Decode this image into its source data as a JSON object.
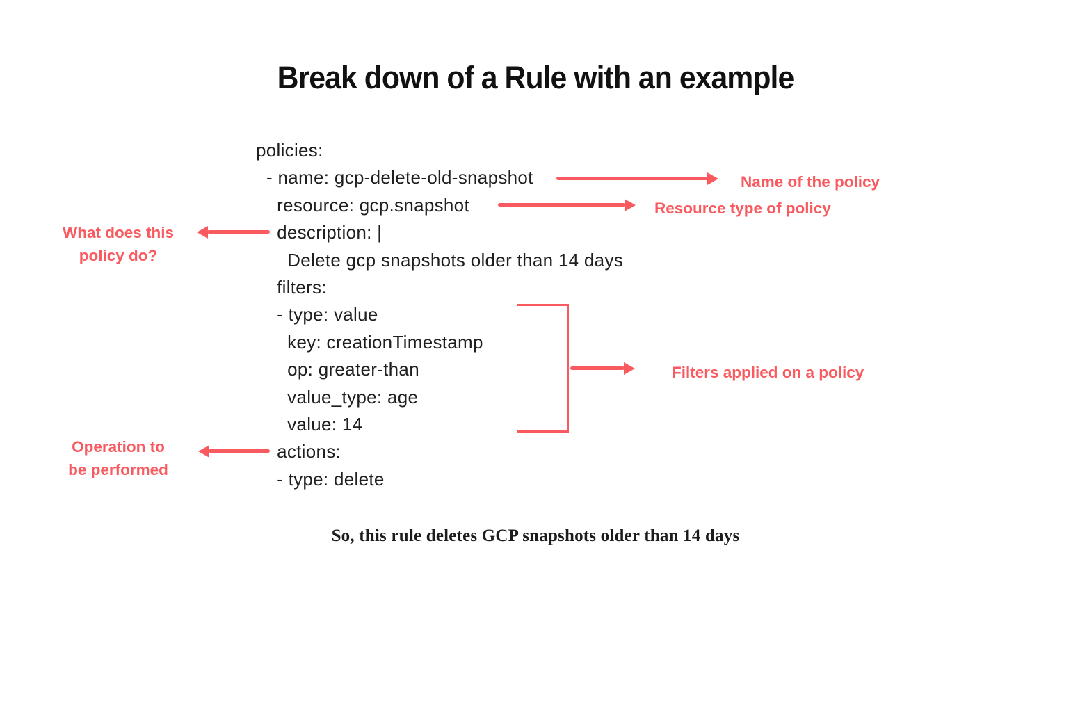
{
  "accent_color": "#f85a5f",
  "title": "Break down of a Rule with an example",
  "code": {
    "language": "yaml",
    "lines": [
      "policies:",
      "  - name: gcp-delete-old-snapshot",
      "    resource: gcp.snapshot",
      "    description: |",
      "      Delete gcp snapshots older than 14 days",
      "    filters:",
      "    - type: value",
      "      key: creationTimestamp",
      "      op: greater-than",
      "      value_type: age",
      "      value: 14",
      "    actions:",
      "    - type: delete"
    ]
  },
  "annotations": {
    "left_top": {
      "line1": "What does this",
      "line2": "policy do?"
    },
    "left_bottom": {
      "line1": "Operation to",
      "line2": "be performed"
    },
    "right_name": "Name of the policy",
    "right_resource": "Resource type of policy",
    "right_filters": "Filters applied on a policy"
  },
  "caption": "So, this rule deletes GCP snapshots older than 14 days"
}
